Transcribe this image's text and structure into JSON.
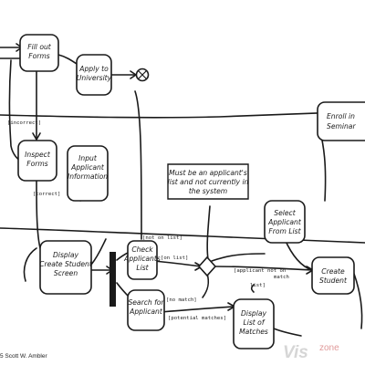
{
  "activities": [
    {
      "id": "fill-out-forms",
      "lines": [
        "Fill out",
        "Forms"
      ]
    },
    {
      "id": "apply-to-university",
      "lines": [
        "Apply to",
        "University"
      ]
    },
    {
      "id": "enroll-in-seminar",
      "lines": [
        "Enroll in",
        "Seminar"
      ]
    },
    {
      "id": "inspect-forms",
      "lines": [
        "Inspect",
        "Forms"
      ]
    },
    {
      "id": "input-applicant-information",
      "lines": [
        "Input",
        "Applicant",
        "Information"
      ]
    },
    {
      "id": "display-create-student-screen",
      "lines": [
        "Display",
        "Create Student",
        "Screen"
      ]
    },
    {
      "id": "check-applicants-list",
      "lines": [
        "Check",
        "Applicants",
        "List"
      ]
    },
    {
      "id": "search-for-applicant",
      "lines": [
        "Search for",
        "Applicant"
      ]
    },
    {
      "id": "select-applicant-from-list",
      "lines": [
        "Select",
        "Applicant",
        "From List"
      ]
    },
    {
      "id": "create-student",
      "lines": [
        "Create",
        "Student"
      ]
    },
    {
      "id": "display-list-of-matches",
      "lines": [
        "Display",
        "List of",
        "Matches"
      ]
    }
  ],
  "note": {
    "lines": [
      "Must be an applicant's",
      "list and not currently in",
      "the system"
    ]
  },
  "guards": {
    "incorrect": "[incorrect]",
    "correct": "[correct]",
    "not_on_list": "[not on list]",
    "on_list": "[on list]",
    "no_match": "[no match]",
    "potential_matches": "[potential matches]",
    "applicant_not_on_match_list": [
      "[applicant not on",
      "match",
      "list]"
    ]
  },
  "credit": "5 Scott W. Ambler",
  "watermark": {
    "main": "Vis",
    "sub": "zone"
  },
  "colors": {
    "ink": "#1a1a1a",
    "watermark_gray": "#d6d6d6",
    "watermark_red": "#e09a9a"
  }
}
